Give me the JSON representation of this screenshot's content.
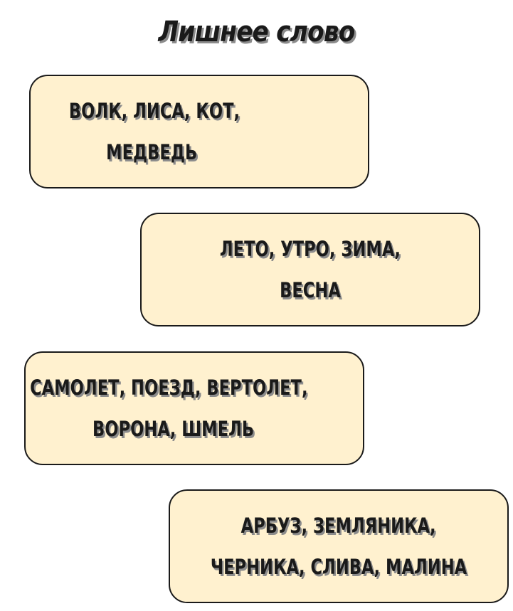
{
  "title": "Лишнее слово",
  "cards": [
    {
      "line1": "ВОЛК, ЛИСА, КОТ,",
      "line2": "МЕДВЕДЬ"
    },
    {
      "line1": "ЛЕТО, УТРО, ЗИМА,",
      "line2": "ВЕСНА"
    },
    {
      "line1": "САМОЛЕТ, ПОЕЗД, ВЕРТОЛЕТ,",
      "line2": "ВОРОНА, ШМЕЛЬ"
    },
    {
      "line1": "АРБУЗ, ЗЕМЛЯНИКА,",
      "line2": "ЧЕРНИКА, СЛИВА, МАЛИНА"
    }
  ],
  "colors": {
    "card_fill": "#fff1cf",
    "card_border": "#1a1a1a",
    "text": "#1a1a1a",
    "shadow": "#8c8c8c"
  }
}
